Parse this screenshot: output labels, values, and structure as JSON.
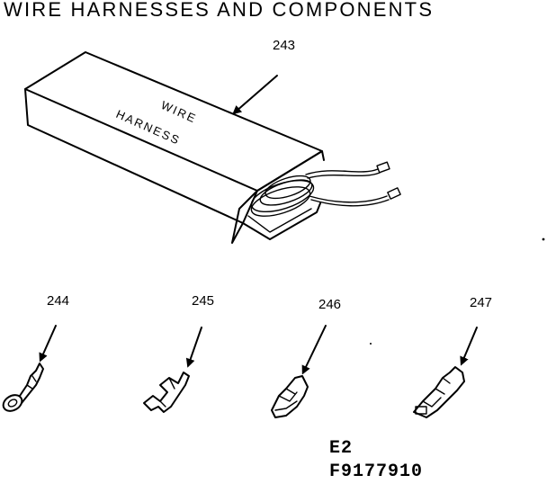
{
  "title": "WIRE HARNESSES AND COMPONENTS",
  "box_label_line1": "WIRE",
  "box_label_line2": "HARNESS",
  "parts": [
    {
      "number": "243"
    },
    {
      "number": "244"
    },
    {
      "number": "245"
    },
    {
      "number": "246"
    },
    {
      "number": "247"
    }
  ],
  "code_line1": "E2",
  "code_line2": "F9177910"
}
